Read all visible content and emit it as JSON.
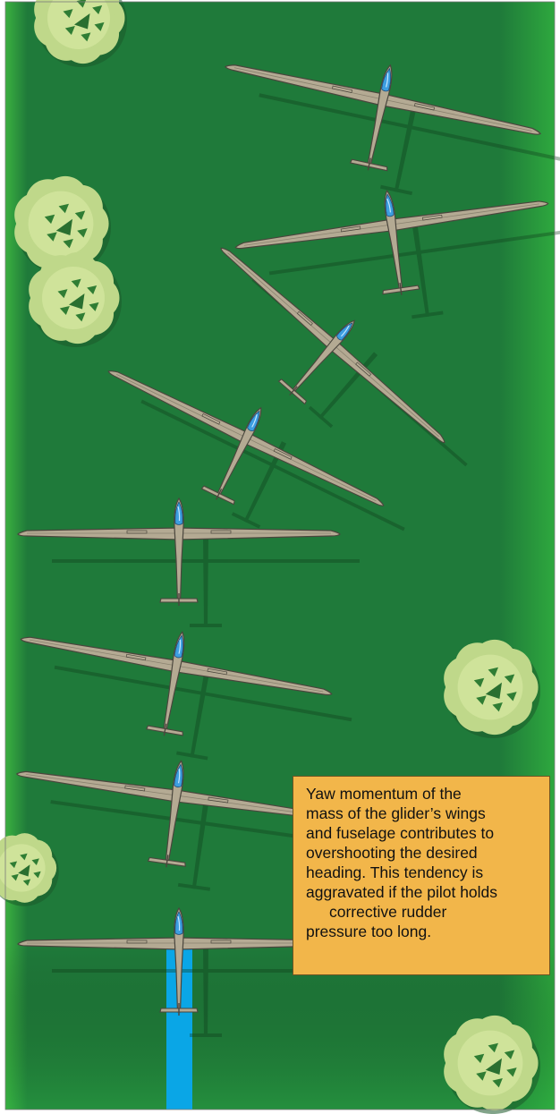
{
  "callout": {
    "lines": [
      "Yaw momentum of the",
      "mass of the glider’s wings",
      "and fuselage contributes to",
      "overshooting the desired",
      "heading. This tendency is",
      "aggravated if the pilot holds",
      "corrective rudder",
      "pressure too long."
    ]
  },
  "colors": {
    "field": "#1f7a3a",
    "field_edge": "#2ea83e",
    "runway_line": "#0aa6e6",
    "callout_fill": "#f2b64a",
    "glider_wing": "#b4aa93",
    "canopy": "#3d9ee0",
    "tree": "#bfd88a"
  },
  "icons": {
    "glider": "glider-icon",
    "tree": "tree-icon"
  },
  "gliders": [
    {
      "sequence": 1,
      "yaw_deg": 0
    },
    {
      "sequence": 2,
      "yaw_deg": 8
    },
    {
      "sequence": 3,
      "yaw_deg": 10
    },
    {
      "sequence": 4,
      "yaw_deg": 0
    },
    {
      "sequence": 5,
      "yaw_deg": 26
    },
    {
      "sequence": 6,
      "yaw_deg": 41
    },
    {
      "sequence": 7,
      "yaw_deg": -8
    },
    {
      "sequence": 8,
      "yaw_deg": 12
    }
  ]
}
